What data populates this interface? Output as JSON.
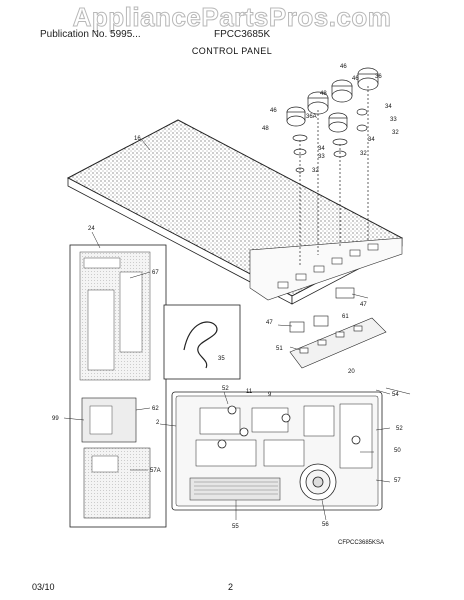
{
  "watermark": "AppliancePartsPros.com",
  "header": {
    "brand": "Publication No. 5995...",
    "model": "FPCC3685K",
    "section_title": "CONTROL PANEL"
  },
  "callouts": {
    "c16": "16",
    "c46a": "46",
    "c46b": "46",
    "c46c": "46",
    "c36": "36",
    "c48a": "48",
    "c48b": "48",
    "c36a": "36A",
    "c34a": "34",
    "c34b": "34",
    "c34c": "34",
    "c33a": "33",
    "c33b": "33",
    "c32a": "32",
    "c32b": "32",
    "c32c": "32",
    "c24": "24",
    "c67": "67",
    "c47a": "47",
    "c47b": "47",
    "c61": "61",
    "c35": "35",
    "c51": "51",
    "c20": "20",
    "c54": "54",
    "c52a": "52",
    "c52b": "52",
    "c11": "11",
    "c9": "9",
    "c2": "2",
    "c99": "99",
    "c62": "62",
    "c50": "50",
    "c57": "57",
    "c57a": "57A",
    "c55": "55",
    "c56": "56"
  },
  "image_code": "CFPCC3685KSA",
  "footer": {
    "date": "03/10",
    "page": "2"
  }
}
